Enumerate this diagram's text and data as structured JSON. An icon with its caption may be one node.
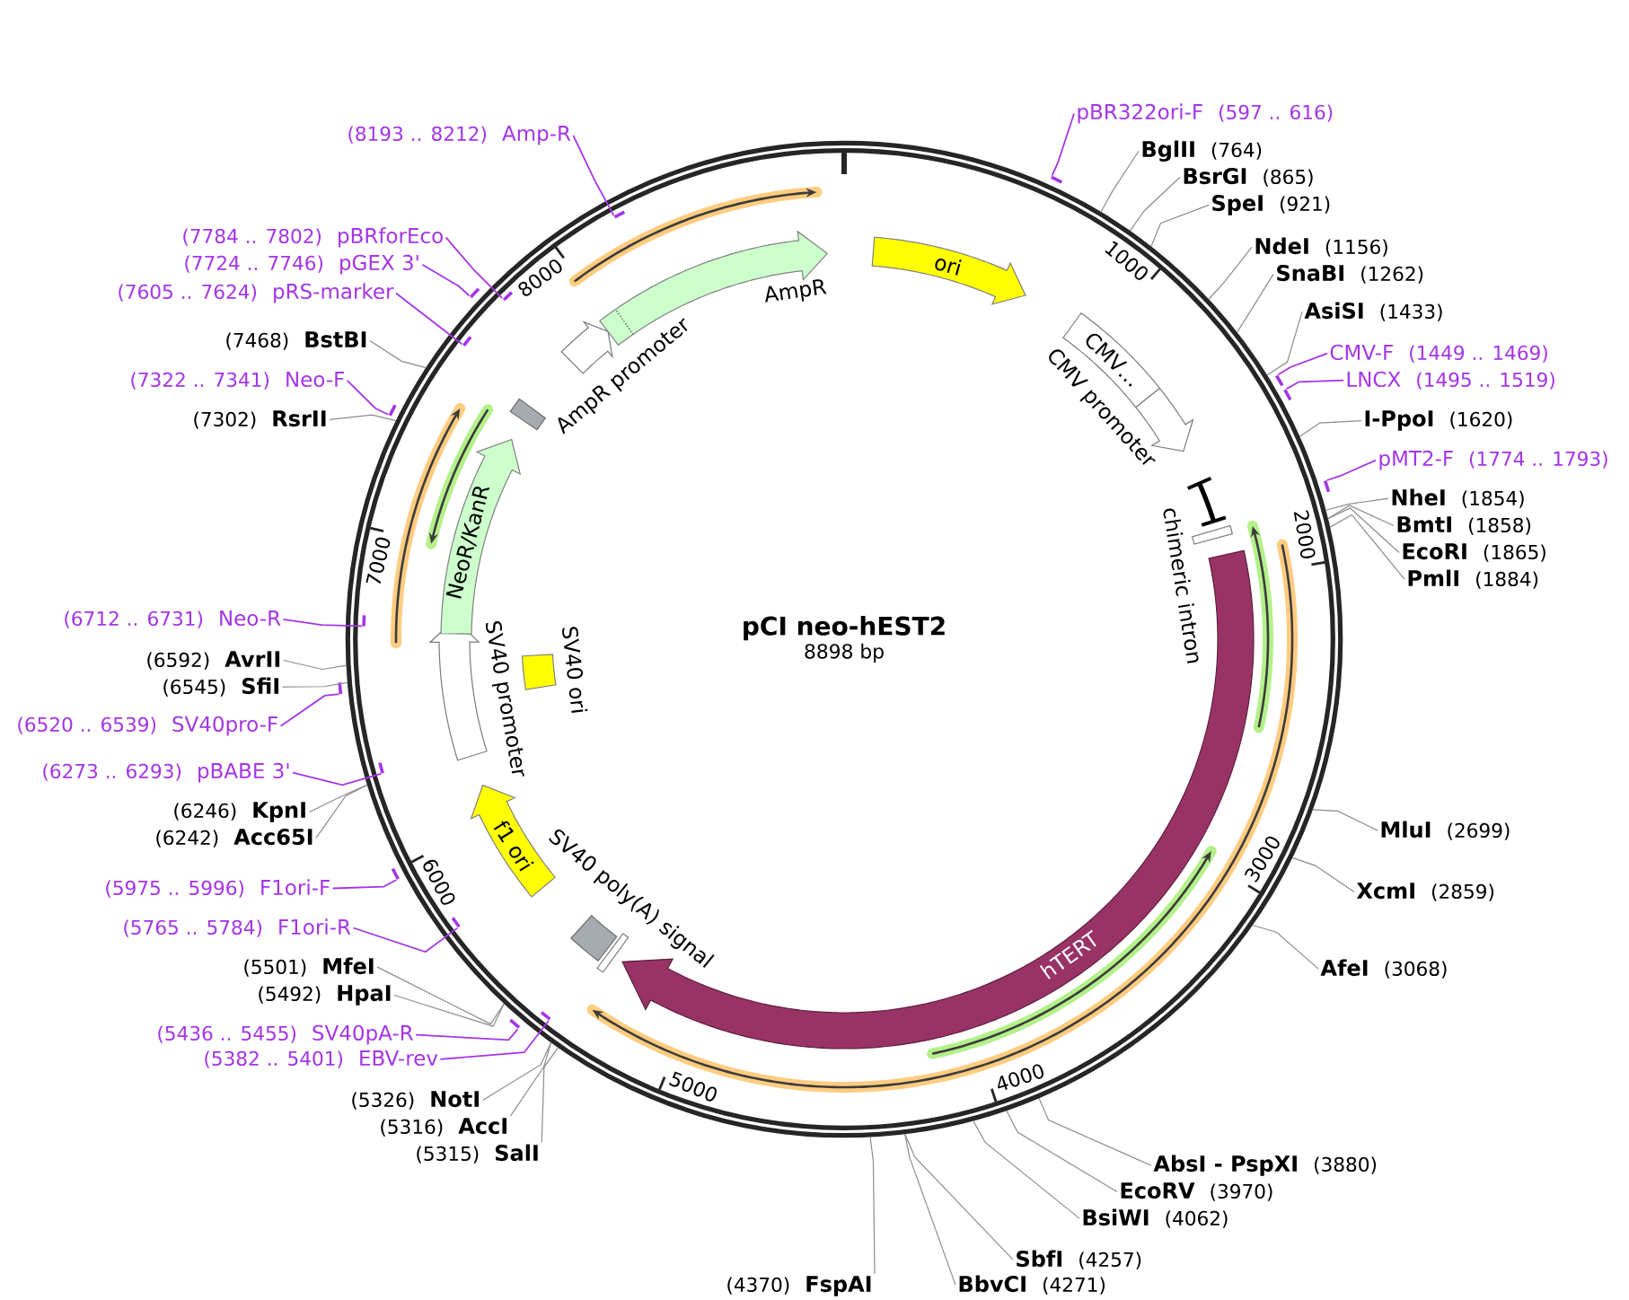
{
  "diagram": {
    "nodes": [
      {
        "text": [
          "pCI neo-hEST2",
          "8898 bp"
        ]
      },
      {
        "text": [
          "ori"
        ],
        "in": 0
      },
      {
        "text": [
          "CMV…"
        ],
        "in": 0
      },
      {
        "text": [
          "CMV promoter"
        ],
        "in": 0
      },
      {
        "text": [
          "chimeric intron"
        ],
        "in": 0
      },
      {
        "text": [],
        "shape": "box",
        "in": 0
      },
      {
        "text": [
          "hTERT"
        ],
        "in": 0
      },
      {
        "text": [],
        "shape": "box",
        "in": 0
      },
      {
        "text": [
          "SV40 poly(A) signal"
        ],
        "in": 0
      },
      {
        "text": [
          "f1 ori"
        ],
        "in": 0
      },
      {
        "text": [
          "SV40 promoter"
        ],
        "in": 0
      },
      {
        "text": [
          "SV40 ori"
        ],
        "in": 0
      },
      {
        "text": [
          "NeoR/KanR"
        ],
        "in": 0
      },
      {
        "text": [],
        "shape": "box",
        "in": 0
      },
      {
        "text": [
          "AmpR promoter"
        ],
        "in": 0
      },
      {
        "text": [
          "AmpR"
        ],
        "in": 0
      },
      {
        "text": [
          "pBR322ori-F",
          "(597 .. 616)"
        ]
      },
      {
        "text": [
          "BglII",
          "(764)"
        ]
      },
      {
        "text": [
          "BsrGI",
          "(865)"
        ]
      },
      {
        "text": [
          "SpeI",
          "(921)"
        ]
      },
      {
        "text": [
          "NdeI",
          "(1156)"
        ]
      },
      {
        "text": [
          "SnaBI",
          "(1262)"
        ]
      },
      {
        "text": [
          "AsiSI",
          "(1433)"
        ]
      },
      {
        "text": [
          "CMV-F",
          "(1449 .. 1469)"
        ]
      },
      {
        "text": [
          "LNCX",
          "(1495 .. 1519)"
        ]
      },
      {
        "text": [
          "I-PpoI",
          "(1620)"
        ]
      },
      {
        "text": [
          "pMT2-F",
          "(1774 .. 1793)"
        ]
      },
      {
        "text": [
          "NheI",
          "(1854)"
        ]
      },
      {
        "text": [
          "BmtI",
          "(1858)"
        ]
      },
      {
        "text": [
          "EcoRI",
          "(1865)"
        ]
      },
      {
        "text": [
          "PmlI",
          "(1884)"
        ]
      },
      {
        "text": [
          "MluI",
          "(2699)"
        ]
      },
      {
        "text": [
          "XcmI",
          "(2859)"
        ]
      },
      {
        "text": [
          "AfeI",
          "(3068)"
        ]
      },
      {
        "text": [
          "AbsI - PspXI",
          "(3880)"
        ]
      },
      {
        "text": [
          "EcoRV",
          "(3970)"
        ]
      },
      {
        "text": [
          "BsiWI",
          "(4062)"
        ]
      },
      {
        "text": [
          "SbfI",
          "(4257)"
        ]
      },
      {
        "text": [
          "BbvCI",
          "(4271)"
        ]
      },
      {
        "text": [
          "(4370)",
          "FspAI"
        ]
      },
      {
        "text": [
          "(5315)",
          "SalI"
        ]
      },
      {
        "text": [
          "(5316)",
          "AccI"
        ]
      },
      {
        "text": [
          "(5326)",
          "NotI"
        ]
      },
      {
        "text": [
          "(5382 .. 5401)",
          "EBV-rev"
        ]
      },
      {
        "text": [
          "(5436 .. 5455)",
          "SV40pA-R"
        ]
      },
      {
        "text": [
          "(5492)",
          "HpaI"
        ]
      },
      {
        "text": [
          "(5501)",
          "MfeI"
        ]
      },
      {
        "text": [
          "(5765 .. 5784)",
          "F1ori-R"
        ]
      },
      {
        "text": [
          "(5975 .. 5996)",
          "F1ori-F"
        ]
      },
      {
        "text": [
          "(6242)",
          "Acc65I"
        ]
      },
      {
        "text": [
          "(6246)",
          "KpnI"
        ]
      },
      {
        "text": [
          "(6273 .. 6293)",
          "pBABE 3'"
        ]
      },
      {
        "text": [
          "(6520 .. 6539)",
          "SV40pro-F"
        ]
      },
      {
        "text": [
          "(6545)",
          "SfiI"
        ]
      },
      {
        "text": [
          "(6592)",
          "AvrII"
        ]
      },
      {
        "text": [
          "(6712 .. 6731)",
          "Neo-R"
        ]
      },
      {
        "text": [
          "(7302)",
          "RsrII"
        ]
      },
      {
        "text": [
          "(7322 .. 7341)",
          "Neo-F"
        ]
      },
      {
        "text": [
          "(7468)",
          "BstBI"
        ]
      },
      {
        "text": [
          "(7605 .. 7624)",
          "pRS-marker"
        ]
      },
      {
        "text": [
          "(7724 .. 7746)",
          "pGEX 3'"
        ]
      },
      {
        "text": [
          "(7784 .. 7802)",
          "pBRforEco"
        ]
      },
      {
        "text": [
          "(8193 .. 8212)",
          "Amp-R"
        ]
      },
      {
        "text": [],
        "shape": "bar"
      },
      {
        "text": [],
        "shape": "bar"
      },
      {
        "text": [],
        "shape": "bar"
      },
      {
        "text": [],
        "shape": "bar"
      },
      {
        "text": [],
        "shape": "bar",
        "in": 0
      },
      {
        "text": [],
        "shape": "bar"
      },
      {
        "text": [],
        "shape": "bar",
        "in": 0
      },
      {
        "text": [],
        "shape": "bar"
      },
      {
        "text": [],
        "shape": "bar",
        "in": 0
      },
      {
        "text": [],
        "shape": "bar"
      },
      {
        "text": [],
        "shape": "bar",
        "in": 0
      },
      {
        "text": [],
        "shape": "bar"
      },
      {
        "text": [],
        "shape": "bar",
        "in": 0
      },
      {
        "text": [],
        "shape": "bar"
      },
      {
        "text": [],
        "shape": "bar",
        "in": 0
      },
      {
        "text": [],
        "shape": "bar",
        "in": 0
      }
    ],
    "edges": [
      {
        "from": 16,
        "to": 63,
        "arrow": "none",
        "color": "#a435e8"
      },
      {
        "from": 17,
        "to": 0,
        "arrow": "none"
      },
      {
        "from": 18,
        "to": 0,
        "arrow": "none"
      },
      {
        "from": 19,
        "to": 0,
        "arrow": "none"
      },
      {
        "from": 20,
        "to": 0,
        "arrow": "none"
      },
      {
        "from": 21,
        "to": 0,
        "arrow": "none"
      },
      {
        "from": 22,
        "to": 0,
        "arrow": "none"
      },
      {
        "from": 23,
        "to": 64,
        "arrow": "none",
        "color": "#a435e8"
      },
      {
        "from": 24,
        "to": 65,
        "arrow": "none",
        "color": "#a435e8"
      },
      {
        "from": 25,
        "to": 0,
        "arrow": "none"
      },
      {
        "from": 26,
        "to": 66,
        "arrow": "none",
        "color": "#a435e8"
      },
      {
        "from": 27,
        "to": 0,
        "arrow": "none"
      },
      {
        "from": 28,
        "to": 0,
        "arrow": "none"
      },
      {
        "from": 29,
        "to": 0,
        "arrow": "none"
      },
      {
        "from": 30,
        "to": 0,
        "arrow": "none"
      },
      {
        "from": 31,
        "to": 0,
        "arrow": "none"
      },
      {
        "from": 32,
        "to": 0,
        "arrow": "none"
      },
      {
        "from": 33,
        "to": 0,
        "arrow": "none"
      },
      {
        "from": 34,
        "to": 0,
        "arrow": "none"
      },
      {
        "from": 35,
        "to": 0,
        "arrow": "none"
      },
      {
        "from": 36,
        "to": 0,
        "arrow": "none"
      },
      {
        "from": 37,
        "to": 0,
        "arrow": "none"
      },
      {
        "from": 38,
        "to": 0,
        "arrow": "none"
      },
      {
        "from": 39,
        "to": 0,
        "arrow": "none"
      },
      {
        "from": 40,
        "to": 0,
        "arrow": "none"
      },
      {
        "from": 41,
        "to": 0,
        "arrow": "none"
      },
      {
        "from": 42,
        "to": 0,
        "arrow": "none"
      },
      {
        "from": 43,
        "to": 67,
        "arrow": "none",
        "color": "#a435e8"
      },
      {
        "from": 44,
        "to": 68,
        "arrow": "none",
        "color": "#a435e8"
      },
      {
        "from": 45,
        "to": 0,
        "arrow": "none"
      },
      {
        "from": 46,
        "to": 0,
        "arrow": "none"
      },
      {
        "from": 47,
        "to": 69,
        "arrow": "none",
        "color": "#a435e8"
      },
      {
        "from": 48,
        "to": 70,
        "arrow": "none",
        "color": "#a435e8"
      },
      {
        "from": 49,
        "to": 0,
        "arrow": "none"
      },
      {
        "from": 50,
        "to": 0,
        "arrow": "none"
      },
      {
        "from": 51,
        "to": 71,
        "arrow": "none",
        "color": "#a435e8"
      },
      {
        "from": 52,
        "to": 72,
        "arrow": "none",
        "color": "#a435e8"
      },
      {
        "from": 53,
        "to": 0,
        "arrow": "none"
      },
      {
        "from": 54,
        "to": 0,
        "arrow": "none"
      },
      {
        "from": 55,
        "to": 73,
        "arrow": "none",
        "color": "#a435e8"
      },
      {
        "from": 56,
        "to": 0,
        "arrow": "none"
      },
      {
        "from": 57,
        "to": 74,
        "arrow": "none",
        "color": "#a435e8"
      },
      {
        "from": 58,
        "to": 0,
        "arrow": "none"
      },
      {
        "from": 59,
        "to": 75,
        "arrow": "none",
        "color": "#a435e8"
      },
      {
        "from": 60,
        "to": 76,
        "arrow": "none",
        "color": "#a435e8"
      },
      {
        "from": 61,
        "to": 77,
        "arrow": "none",
        "color": "#a435e8"
      },
      {
        "from": 62,
        "to": 78,
        "arrow": "none",
        "color": "#a435e8"
      }
    ],
    "labels": [
      "1000",
      "2000",
      "3000",
      "4000",
      "5000",
      "6000",
      "7000",
      "8000"
    ]
  }
}
